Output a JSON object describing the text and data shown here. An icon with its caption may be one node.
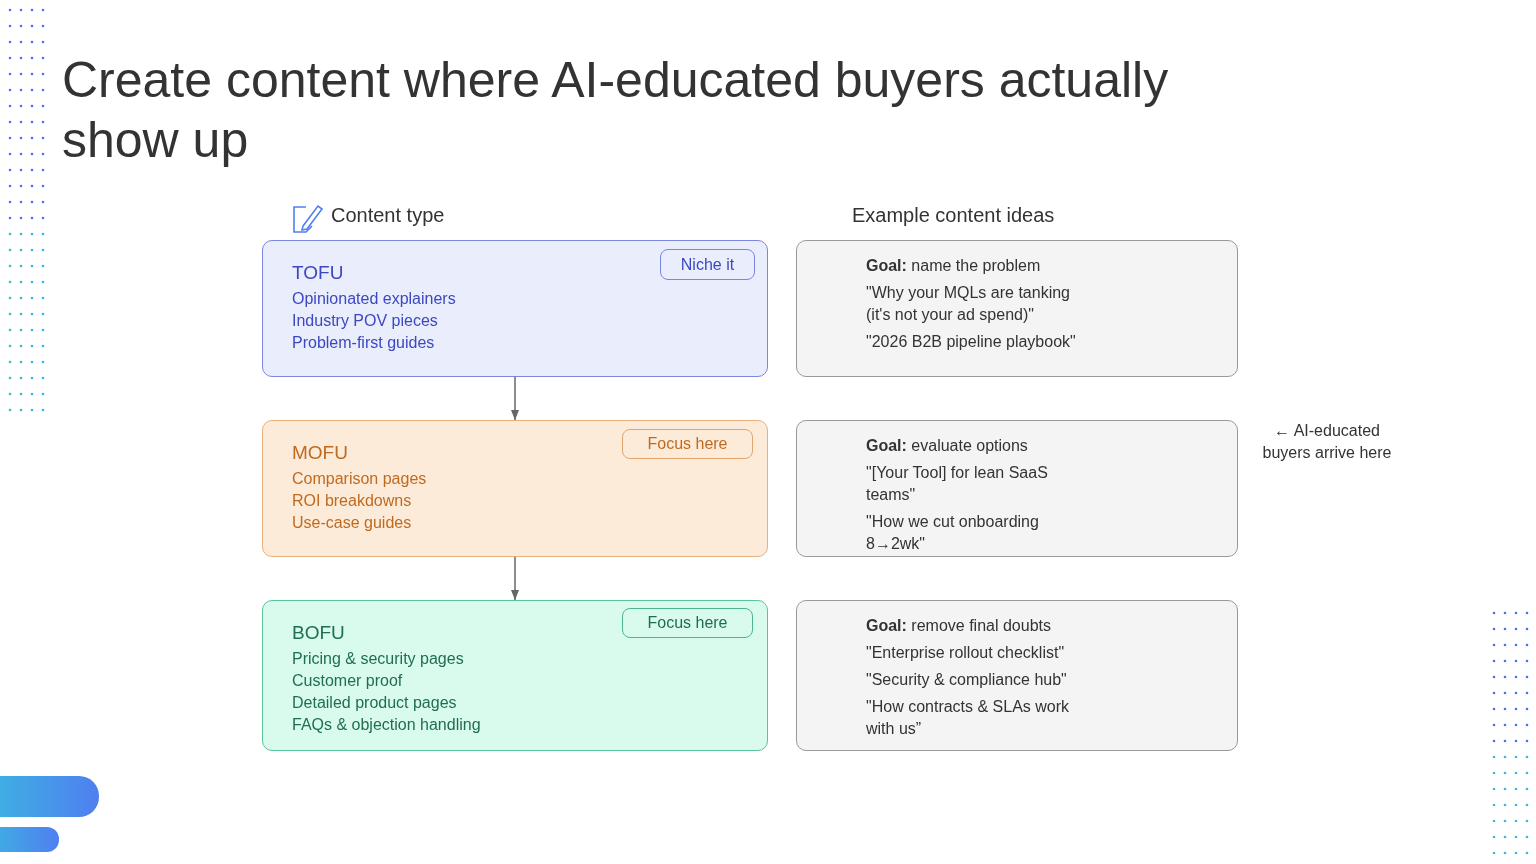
{
  "diagram": {
    "title": "Create content where AI-educated buyers actually show up",
    "nodes": [
      {
        "text": [
          "TOFU",
          "Opinionated explainers",
          "Industry POV pieces",
          "Problem-first guides"
        ]
      },
      {
        "text": [
          "Niche it"
        ],
        "in": 0
      },
      {
        "text": [
          "MOFU",
          "Comparison pages",
          "ROI breakdowns",
          "Use-case guides"
        ]
      },
      {
        "text": [
          "Focus here"
        ],
        "in": 2
      },
      {
        "text": [
          "BOFU",
          "Pricing & security pages",
          "Customer proof",
          "Detailed product pages",
          "FAQs & objection handling"
        ]
      },
      {
        "text": [
          "Focus here"
        ],
        "in": 4
      },
      {
        "text": [
          "**Goal:** name the problem",
          "\"Why your MQLs are tanking (it's not your ad spend)\"",
          "\"2026 B2B pipeline playbook\""
        ]
      },
      {
        "text": [
          "**Goal:** evaluate options",
          "\"[Your Tool] for lean SaaS teams\"",
          "\"How we cut onboarding 8→2wk\""
        ]
      },
      {
        "text": [
          "**Goal:** remove final doubts",
          "\"Enterprise rollout checklist\"",
          "\"Security & compliance hub\"",
          "\"How contracts & SLAs work with us”"
        ]
      }
    ],
    "edges": [
      {
        "from": 0,
        "to": 2,
        "arrow": "to"
      },
      {
        "from": 2,
        "to": 4,
        "arrow": "to"
      }
    ],
    "labels": [
      "Content type",
      "Example content ideas",
      "← AI-educated buyers arrive here"
    ]
  }
}
